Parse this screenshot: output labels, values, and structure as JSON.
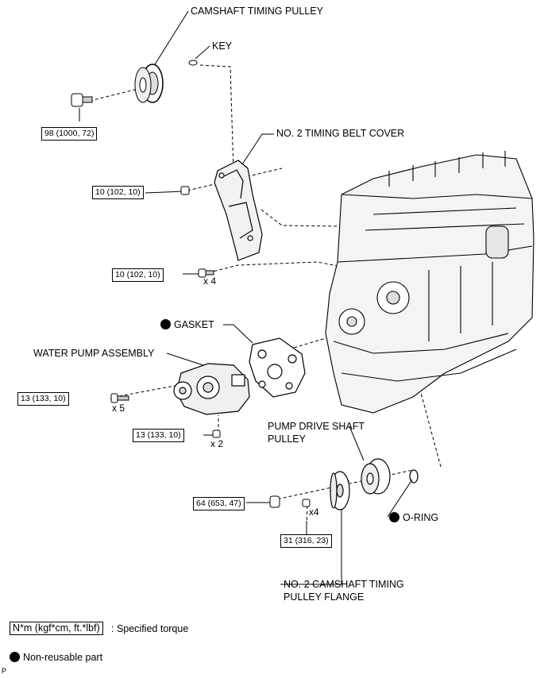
{
  "labels": {
    "camshaft_timing_pulley": "CAMSHAFT TIMING PULLEY",
    "key": "KEY",
    "no2_timing_belt_cover": "NO. 2 TIMING BELT COVER",
    "gasket": "GASKET",
    "water_pump_assembly": "WATER PUMP ASSEMBLY",
    "pump_drive_shaft_pulley_line1": "PUMP DRIVE SHAFT",
    "pump_drive_shaft_pulley_line2": "PULLEY",
    "o_ring": "O-RING",
    "no2_camshaft_flange_line1": "NO. 2 CAMSHAFT TIMING",
    "no2_camshaft_flange_line2": "PULLEY FLANGE"
  },
  "torques": {
    "camshaft_pulley_bolt": "98 (1000, 72)",
    "cover_bolt_upper": "10 (102, 10)",
    "cover_bolt_lower": "10 (102, 10)",
    "water_pump_bolt": "13 (133, 10)",
    "water_pump_nut": "13 (133, 10)",
    "drive_pulley_nut": "64 (653, 47)",
    "flange_bolt": "31 (316, 23)"
  },
  "quantities": {
    "cover_bolts": "x 4",
    "water_pump_bolts": "x 5",
    "water_pump_nuts": "x 2",
    "flange_bolts": "x4"
  },
  "legend": {
    "torque_units": "N*m (kgf*cm, ft.*lbf)",
    "torque_desc": ": Specified torque",
    "nonreusable_desc": "Non-reusable part"
  },
  "corner_mark": "P"
}
